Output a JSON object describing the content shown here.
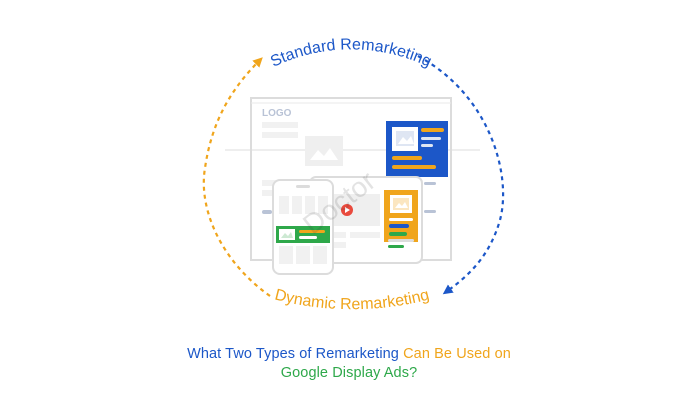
{
  "colors": {
    "blue": "#1c57c8",
    "orange": "#f0a51c",
    "green": "#2ea84a",
    "gray_line": "#dcdcdc",
    "gray_fill": "#eaeaea",
    "red": "#e94a3d"
  },
  "cycle": {
    "top_label": "Standard Remarketing",
    "bottom_label": "Dynamic Remarketing"
  },
  "browser": {
    "logo_text": "LOGO"
  },
  "question": {
    "line1": [
      {
        "text": "What Two Types of Remarketing ",
        "color": "blue"
      },
      {
        "text": "Can Be Used on",
        "color": "orange"
      }
    ],
    "line2": [
      {
        "text": "Google Display Ads?",
        "color": "green"
      }
    ]
  },
  "watermark": "Doctor"
}
